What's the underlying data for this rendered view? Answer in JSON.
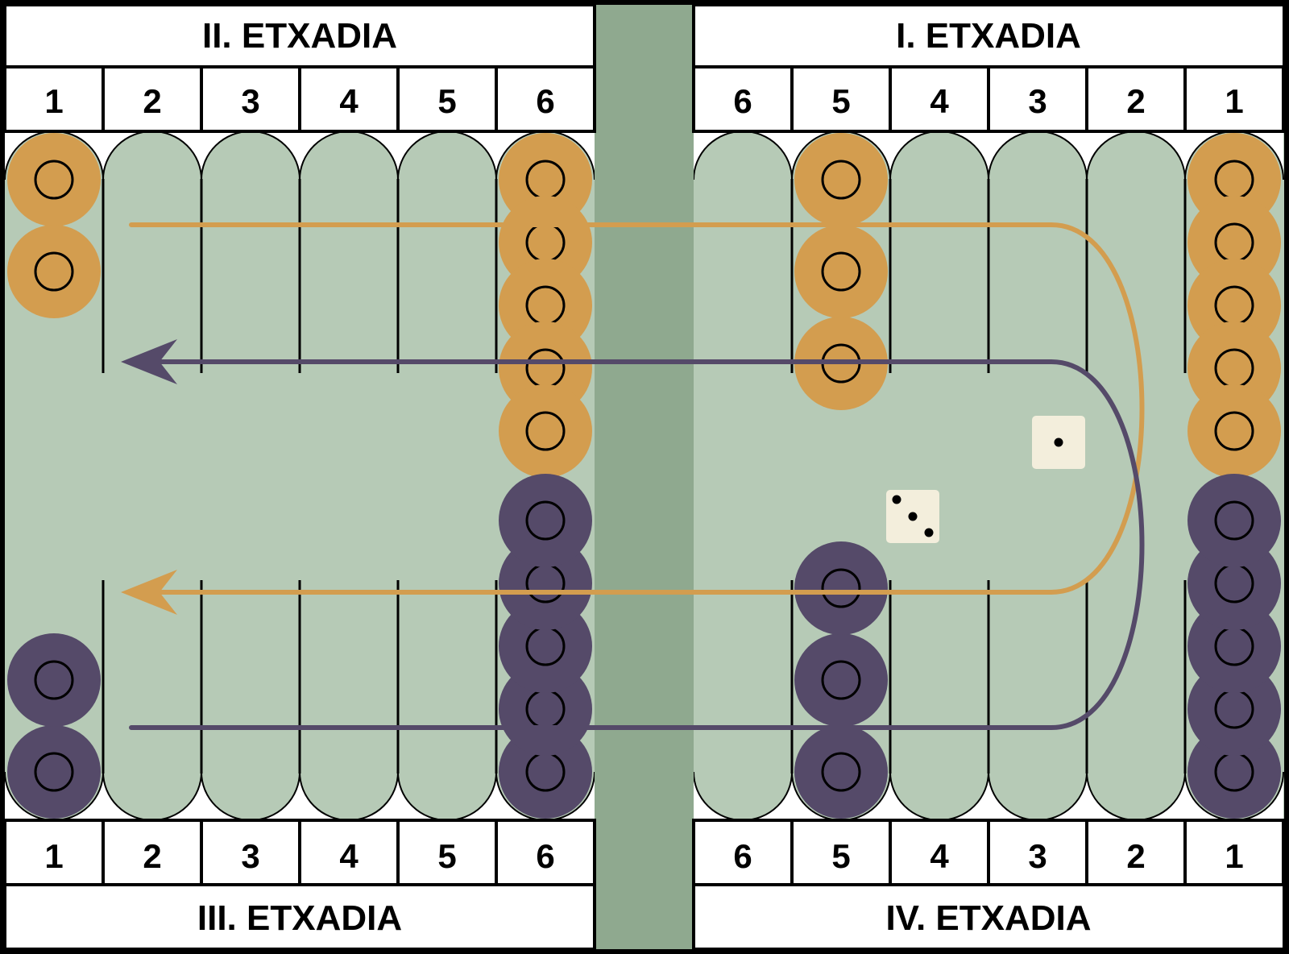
{
  "quadrants": {
    "top_left": "II. ETXADIA",
    "top_right": "I. ETXADIA",
    "bottom_left": "III. ETXADIA",
    "bottom_right": "IV. ETXADIA"
  },
  "point_numbers": {
    "left": [
      "1",
      "2",
      "3",
      "4",
      "5",
      "6"
    ],
    "right": [
      "6",
      "5",
      "4",
      "3",
      "2",
      "1"
    ]
  },
  "colors": {
    "orange_checker": "#D39D4F",
    "purple_checker": "#554A69",
    "board": "#B6CAB6",
    "bar": "#8FA98F",
    "die": "#F3EEDC",
    "orange_path": "#D39D4F",
    "purple_path": "#554A69"
  },
  "stacks": [
    {
      "side": "left",
      "point": 1,
      "edge": "top",
      "color": "orange",
      "count": 2
    },
    {
      "side": "left",
      "point": 6,
      "edge": "top",
      "color": "orange",
      "count": 5
    },
    {
      "side": "right",
      "point": 5,
      "edge": "top",
      "color": "orange",
      "count": 3
    },
    {
      "side": "right",
      "point": 1,
      "edge": "top",
      "color": "orange",
      "count": 5
    },
    {
      "side": "left",
      "point": 1,
      "edge": "bottom",
      "color": "purple",
      "count": 2
    },
    {
      "side": "left",
      "point": 6,
      "edge": "bottom",
      "color": "purple",
      "count": 5
    },
    {
      "side": "right",
      "point": 5,
      "edge": "bottom",
      "color": "purple",
      "count": 3
    },
    {
      "side": "right",
      "point": 1,
      "edge": "bottom",
      "color": "purple",
      "count": 5
    }
  ],
  "dice": [
    3,
    1
  ],
  "icons": [
    "checker-orange",
    "checker-purple",
    "die-face",
    "arrow-path-orange",
    "arrow-path-purple"
  ]
}
